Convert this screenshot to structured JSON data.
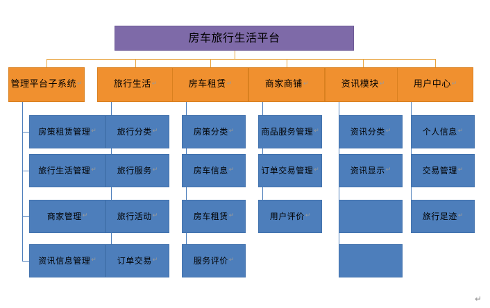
{
  "diagram": {
    "title": "房车旅行生活平台",
    "pilcrow": "↵",
    "colors": {
      "root_fill": "#7e6aa8",
      "level2_fill": "#f0902f",
      "level3_fill": "#4d7ebb",
      "level2_connector": "#e8a33d",
      "level3_connector": "#4d7ebb",
      "background": "#ffffff",
      "text": "#000000"
    },
    "root": {
      "label": "房车旅行生活平台"
    },
    "branches": [
      {
        "label": "管理平台子系统",
        "has_pilcrow": true,
        "children": [
          {
            "label": "房策租赁管理"
          },
          {
            "label": "旅行生活管理"
          },
          {
            "label": "商家管理"
          },
          {
            "label": "资讯信息管理"
          }
        ]
      },
      {
        "label": "旅行生活",
        "has_pilcrow": true,
        "children": [
          {
            "label": "旅行分类"
          },
          {
            "label": "旅行服务"
          },
          {
            "label": "旅行活动"
          },
          {
            "label": "订单交易"
          }
        ]
      },
      {
        "label": "房车租赁",
        "has_pilcrow": true,
        "children": [
          {
            "label": "房策分类"
          },
          {
            "label": "房车信息"
          },
          {
            "label": "房车租赁"
          },
          {
            "label": "服务评价"
          }
        ]
      },
      {
        "label": "商家商铺",
        "has_pilcrow": true,
        "children": [
          {
            "label": "商品服务管理"
          },
          {
            "label": "订单交易管理"
          },
          {
            "label": "用户评价"
          }
        ]
      },
      {
        "label": "资讯模块",
        "has_pilcrow": true,
        "children": [
          {
            "label": "资讯分类"
          },
          {
            "label": "资讯显示"
          },
          {
            "label": ""
          },
          {
            "label": ""
          }
        ]
      },
      {
        "label": "用户中心",
        "has_pilcrow": true,
        "children": [
          {
            "label": "个人信息"
          },
          {
            "label": "交易管理"
          },
          {
            "label": "旅行足迹"
          }
        ]
      }
    ],
    "footer_mark": "↵"
  }
}
